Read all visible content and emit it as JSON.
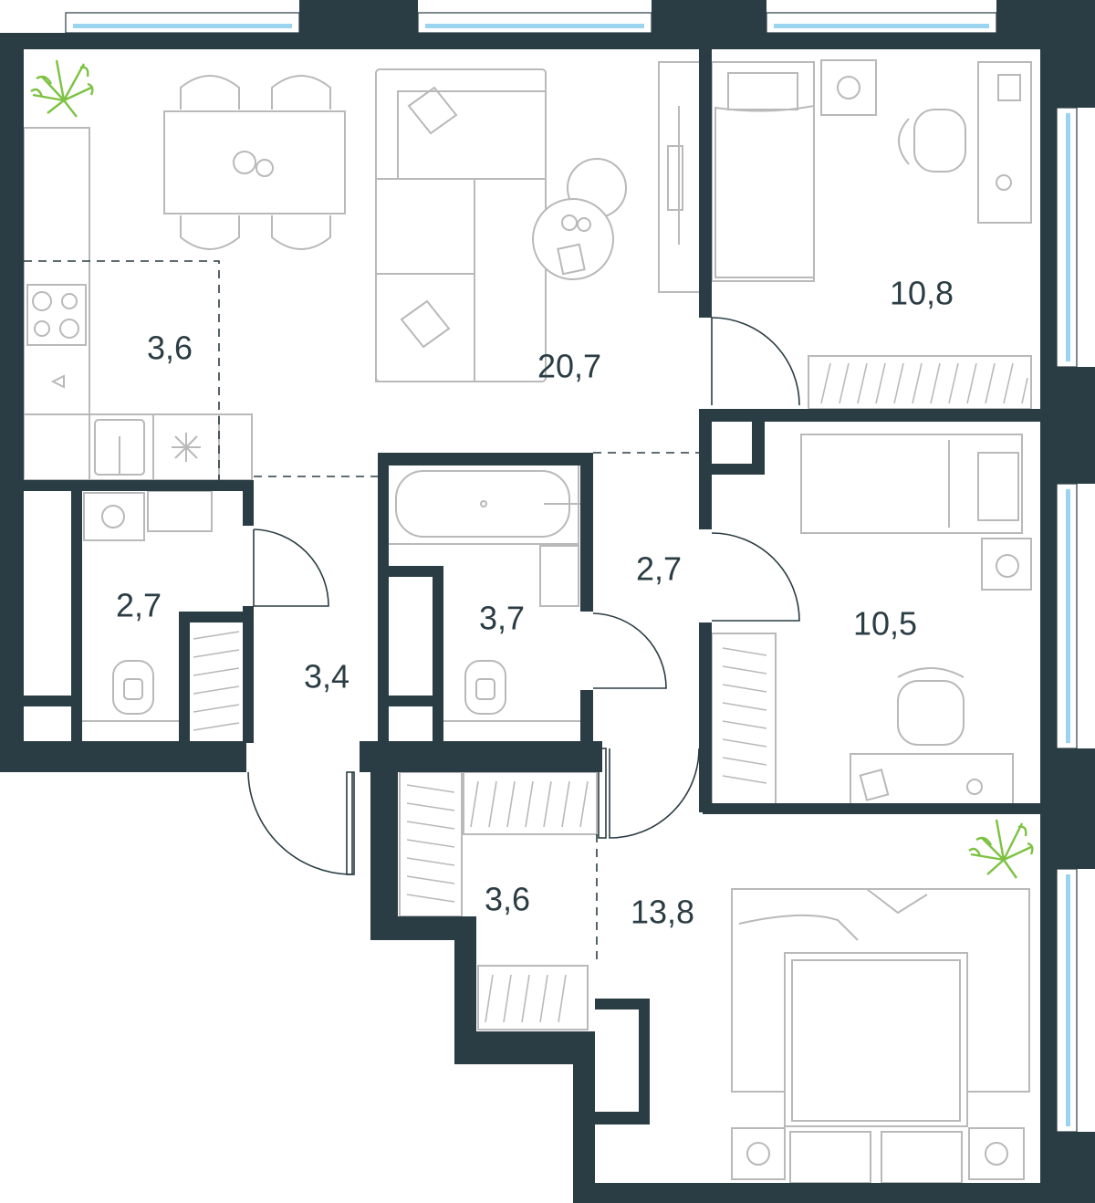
{
  "plan": {
    "colors": {
      "wall": "#2b3d44",
      "furniture": "#b9b9b9",
      "window_glass": "#9ad4ef",
      "plant": "#7dc242",
      "label": "#2b3d44"
    },
    "rooms": [
      {
        "id": "kitchen",
        "label": "3,6"
      },
      {
        "id": "living",
        "label": "20,7"
      },
      {
        "id": "bedroom-top-right",
        "label": "10,8"
      },
      {
        "id": "bathroom-left",
        "label": "2,7"
      },
      {
        "id": "hallway-entry",
        "label": "3,4"
      },
      {
        "id": "bathroom-center",
        "label": "3,7"
      },
      {
        "id": "corridor",
        "label": "2,7"
      },
      {
        "id": "bedroom-middle-right",
        "label": "10,5"
      },
      {
        "id": "wardrobe",
        "label": "3,6"
      },
      {
        "id": "bedroom-master",
        "label": "13,8"
      }
    ],
    "icons": [
      "plant-icon",
      "sofa-icon",
      "dining-table-icon",
      "bed-icon",
      "desk-icon",
      "chair-icon",
      "bathtub-icon",
      "toilet-icon",
      "sink-icon",
      "stove-icon",
      "washing-machine-icon",
      "wardrobe-icon",
      "tv-icon",
      "nightstand-icon"
    ]
  }
}
